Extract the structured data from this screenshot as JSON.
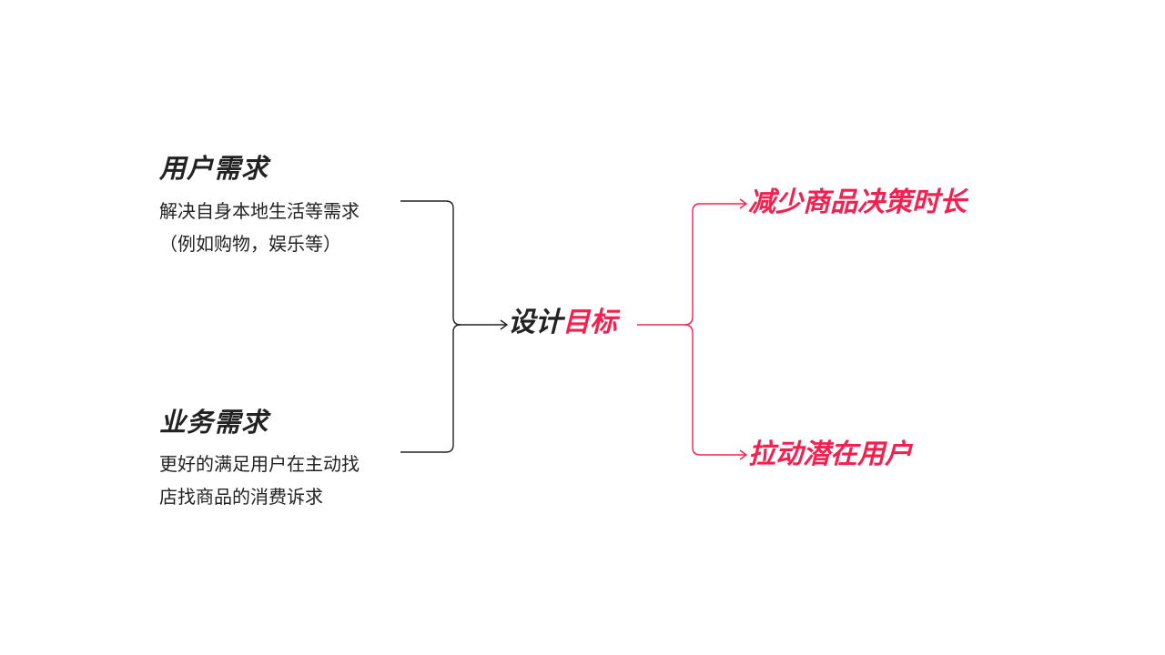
{
  "left": {
    "user_needs": {
      "title": "用户需求",
      "lines": [
        "解决自身本地生活等需求",
        "（例如购物，娱乐等）"
      ]
    },
    "business_needs": {
      "title": "业务需求",
      "lines": [
        "更好的满足用户在主动找",
        "店找商品的消费诉求"
      ]
    }
  },
  "center": {
    "part1": "设计",
    "part2": "目标"
  },
  "goals": [
    "减少商品决策时长",
    "拉动潜在用户"
  ],
  "colors": {
    "accent": "#f5204f",
    "text": "#222222"
  }
}
